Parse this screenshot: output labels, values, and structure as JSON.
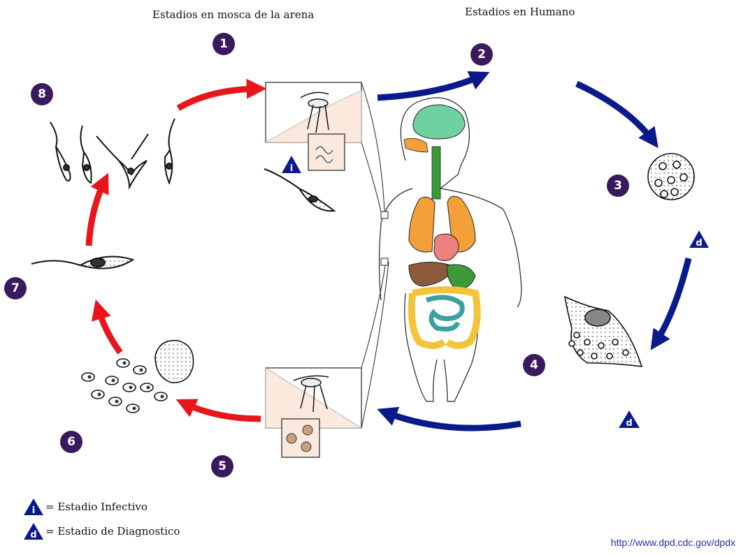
{
  "headers": {
    "sandfly": "Estadios en mosca de la arena",
    "human": "Estadios en Humano"
  },
  "steps": [
    "1",
    "2",
    "3",
    "4",
    "5",
    "6",
    "7",
    "8"
  ],
  "markers": {
    "infective_letter": "i",
    "diagnostic_letter": "d"
  },
  "legend": {
    "infective": "= Estadio Infectivo",
    "diagnostic": "= Estadio de Diagnostico"
  },
  "source_url": "http://www.dpd.cdc.gov/dpdx",
  "colors": {
    "red_arrow": "#e8161b",
    "blue_arrow": "#0a1a8a",
    "step_circle": "#3a1a5e",
    "marker_triangle": "#0a1a8a",
    "brain": "#6fd0a0",
    "lungs": "#f4a03a",
    "heart": "#f07f7f",
    "liver": "#8b5a3a",
    "stomach": "#3a9a3a",
    "large_intestine": "#f3c43a",
    "small_intestine": "#3aa0a0",
    "inset_bg": "#fbe9de"
  }
}
